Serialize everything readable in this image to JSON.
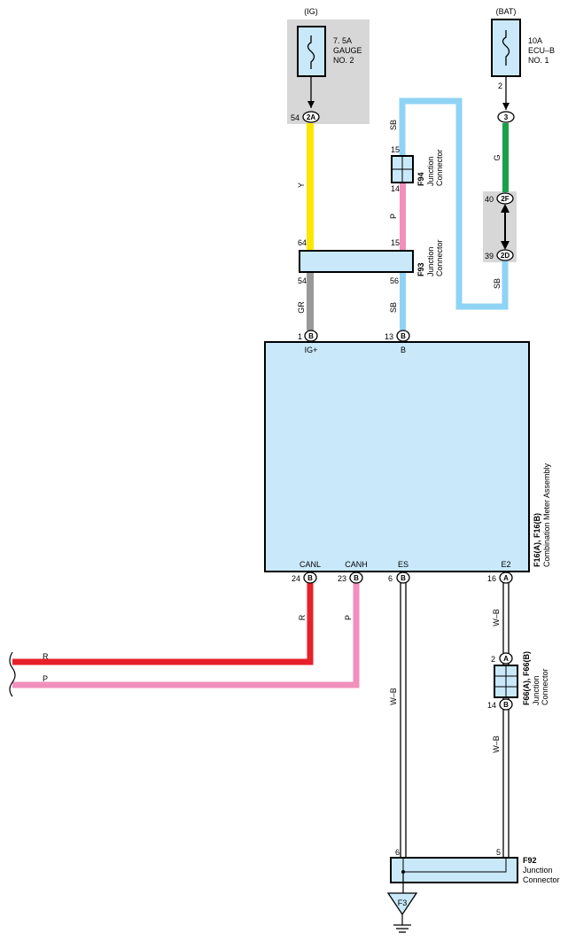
{
  "colors": {
    "yellow": "#ffe600",
    "blue": "#8fd3f5",
    "pink": "#f28fbd",
    "green": "#19a14a",
    "gray": "#999999",
    "red": "#e8202a",
    "black": "#000000",
    "component_fill": "#c9e9fb",
    "shade": "#d7d7d7"
  },
  "fuse_gauge": {
    "header": "(IG)",
    "rating": "7. 5A",
    "name_1": "GAUGE",
    "name_2": "NO. 2"
  },
  "fuse_ecu": {
    "header": "(BAT)",
    "rating": "10A",
    "name_1": "ECU–B",
    "name_2": "NO. 1"
  },
  "connectors": {
    "gauge_out": {
      "pin": "54",
      "conn": "2A"
    },
    "ecu_out_pin": "2",
    "ecu_node": "3",
    "c2F": {
      "pin": "40",
      "conn": "2F"
    },
    "c2D": {
      "pin": "39",
      "conn": "2D"
    }
  },
  "wires": {
    "y": "Y",
    "sb_top": "SB",
    "p_mid": "P",
    "sb_low": "SB",
    "gr": "GR",
    "g": "G",
    "sb_right": "SB",
    "r_can": "R",
    "p_can": "P",
    "r_left": "R",
    "p_left": "P",
    "wb_es": "W–B",
    "wb_e2_top": "W–B",
    "wb_e2_bottom": "W–B"
  },
  "jc_f94": {
    "id": "F94",
    "type_1": "Junction",
    "type_2": "Connector",
    "pin_top": "15",
    "pin_bottom": "14"
  },
  "jc_f93": {
    "id": "F93",
    "type_1": "Junction",
    "type_2": "Connector",
    "pin_tl": "64",
    "pin_tr": "15",
    "pin_bl": "54",
    "pin_br": "56"
  },
  "meter": {
    "code": "F16(A), F16(B)",
    "name": "Combination Meter Assembly",
    "pin_ig_num": "1",
    "pin_ig_conn": "B",
    "pin_ig_label": "IG+",
    "pin_b_num": "13",
    "pin_b_conn": "B",
    "pin_b_label": "B",
    "pin_canl_num": "24",
    "pin_canl_conn": "B",
    "pin_canl_label": "CANL",
    "pin_canh_num": "23",
    "pin_canh_conn": "B",
    "pin_canh_label": "CANH",
    "pin_es_num": "6",
    "pin_es_conn": "B",
    "pin_es_label": "ES",
    "pin_e2_num": "16",
    "pin_e2_conn": "A",
    "pin_e2_label": "E2"
  },
  "jc_f66": {
    "id": "F66(A), F66(B)",
    "type_1": "Junction",
    "type_2": "Connector",
    "pin_top_num": "2",
    "pin_top_conn": "A",
    "pin_bottom_num": "14",
    "pin_bottom_conn": "B"
  },
  "jc_f92": {
    "id": "F92",
    "type_1": "Junction",
    "type_2": "Connector",
    "pin_left": "6",
    "pin_right": "5"
  },
  "ground": {
    "label": "F3"
  }
}
